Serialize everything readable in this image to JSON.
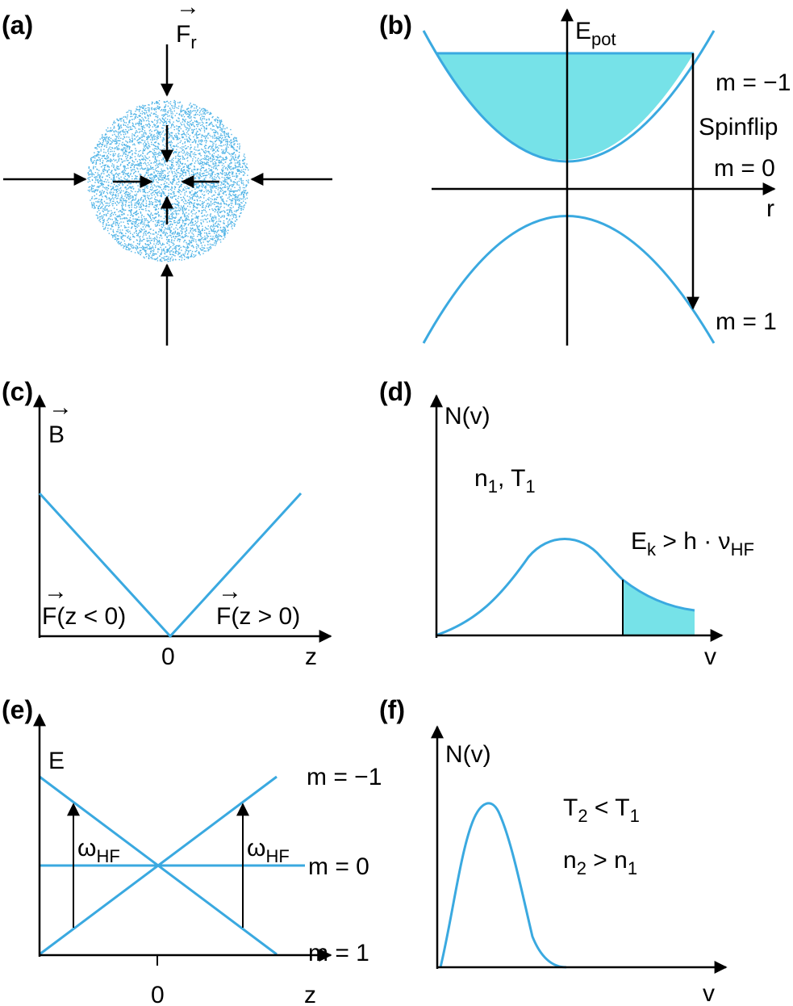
{
  "panels": {
    "a": {
      "label": "(a)",
      "force_label": "F",
      "force_sub": "r",
      "vec": "→"
    },
    "b": {
      "label": "(b)",
      "yaxis": "E",
      "yaxis_sub": "pot",
      "xaxis": "r",
      "m_minus1": "m = −1",
      "spinflip": "Spinflip",
      "m_0": "m = 0",
      "m_1": "m = 1"
    },
    "c": {
      "label": "(c)",
      "yaxis": "B",
      "vec": "→",
      "xaxis": "z",
      "origin": "0",
      "force_left": "F(z < 0)",
      "force_right": "F(z > 0)"
    },
    "d": {
      "label": "(d)",
      "yaxis": "N(v)",
      "xaxis": "v",
      "n": "n",
      "n_sub": "1",
      "comma": ", ",
      "t": "T",
      "t_sub": "1",
      "ek": "E",
      "ek_sub": "k",
      "ek_rel": " > h · ν",
      "ek_rel_sub": "HF"
    },
    "e": {
      "label": "(e)",
      "yaxis": "E",
      "xaxis": "z",
      "origin": "0",
      "m_minus1": "m = −1",
      "m_0": "m = 0",
      "m_1": "m = 1",
      "omega": "ω",
      "omega_sub": "HF"
    },
    "f": {
      "label": "(f)",
      "yaxis": "N(v)",
      "xaxis": "v",
      "t2": "T",
      "t2_sub": "2",
      "t_rel": " < T",
      "t_rel_sub": "1",
      "n2": "n",
      "n2_sub": "2",
      "n_rel": " > n",
      "n_rel_sub": "1"
    }
  },
  "colors": {
    "curve": "#3aa9e0",
    "fill": "#76e2e8",
    "dots": "#4fb3e6",
    "axis": "#000000"
  }
}
